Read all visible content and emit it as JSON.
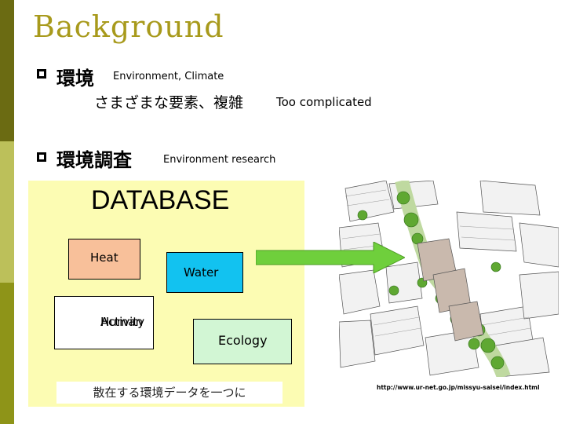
{
  "slide": {
    "title": "Background",
    "bullet1": {
      "jp": "環境",
      "en": "Environment, Climate"
    },
    "sub1": {
      "jp": "さまざまな要素、複雑",
      "en": "Too  complicated"
    },
    "bullet2": {
      "jp": "環境調査",
      "en": "Environment research"
    }
  },
  "database": {
    "title": "DATABASE",
    "heat": "Heat",
    "water": "Water",
    "human_line1": "Human",
    "human_line2": "Activity",
    "ecology": "Ecology",
    "note": "散在する環境データを一つに"
  },
  "image": {
    "url": "http://www.ur-net.go.jp/missyu-saisei/index.html"
  },
  "colors": {
    "accent": "#a89a1c",
    "database_bg": "#fcfcb3",
    "heat": "#f8c09a",
    "water": "#12c2f0",
    "ecology": "#d2f6d4",
    "arrow": "#6fcf3c"
  }
}
